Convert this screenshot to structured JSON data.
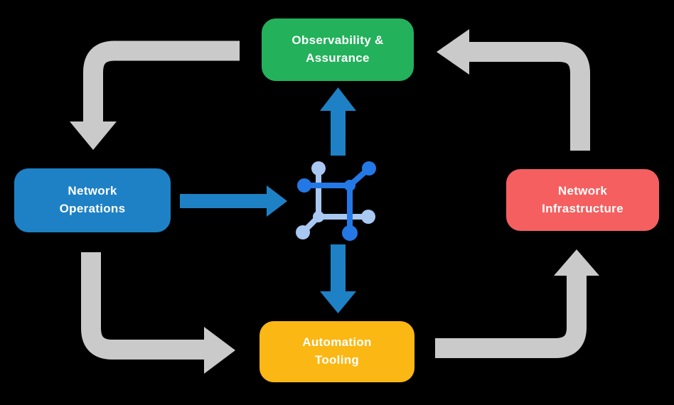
{
  "nodes": {
    "observability": {
      "line1": "Observability &",
      "line2": "Assurance",
      "color": "#23B15B"
    },
    "operations": {
      "line1": "Network",
      "line2": "Operations",
      "color": "#1E81C5"
    },
    "infrastructure": {
      "line1": "Network",
      "line2": "Infrastructure",
      "color": "#F55F5F"
    },
    "automation": {
      "line1": "Automation",
      "line2": "Tooling",
      "color": "#FBB714"
    }
  },
  "center_icon": "network-mesh-icon",
  "flows": [
    {
      "from": "Observability & Assurance",
      "to": "Network Operations",
      "style": "gray-elbow"
    },
    {
      "from": "Network Operations",
      "to": "Automation Tooling",
      "style": "gray-elbow"
    },
    {
      "from": "Automation Tooling",
      "to": "Network Infrastructure",
      "style": "gray-elbow"
    },
    {
      "from": "Network Infrastructure",
      "to": "Observability & Assurance",
      "style": "gray-elbow"
    },
    {
      "from": "Network Operations",
      "to": "network-mesh-icon",
      "style": "blue-straight"
    },
    {
      "from": "network-mesh-icon",
      "to": "Observability & Assurance",
      "style": "blue-straight"
    },
    {
      "from": "network-mesh-icon",
      "to": "Automation Tooling",
      "style": "blue-straight"
    }
  ],
  "colors": {
    "background": "#000000",
    "arrow_gray": "#CACACA",
    "arrow_blue": "#1E81C5",
    "icon_dark_blue": "#2478E6",
    "icon_light_blue": "#A8C8F2",
    "label_text": "#FFFFFF"
  }
}
